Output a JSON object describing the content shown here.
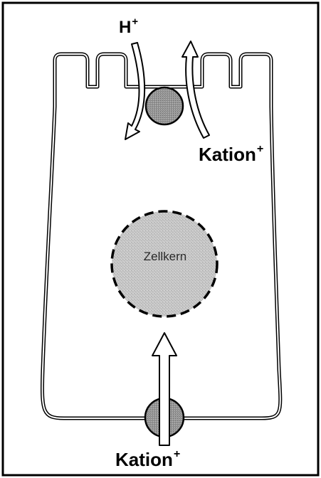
{
  "labels": {
    "proton": "H",
    "cation_top": "Kation",
    "cation_bottom": "Kation",
    "charge": "+",
    "nucleus": "Zellkern"
  },
  "colors": {
    "border": "#000000",
    "membrane": "#000000",
    "transporter_fill": "#9a9a9a",
    "nucleus_fill": "#c9c9c9",
    "arrow_fill": "#ffffff"
  }
}
